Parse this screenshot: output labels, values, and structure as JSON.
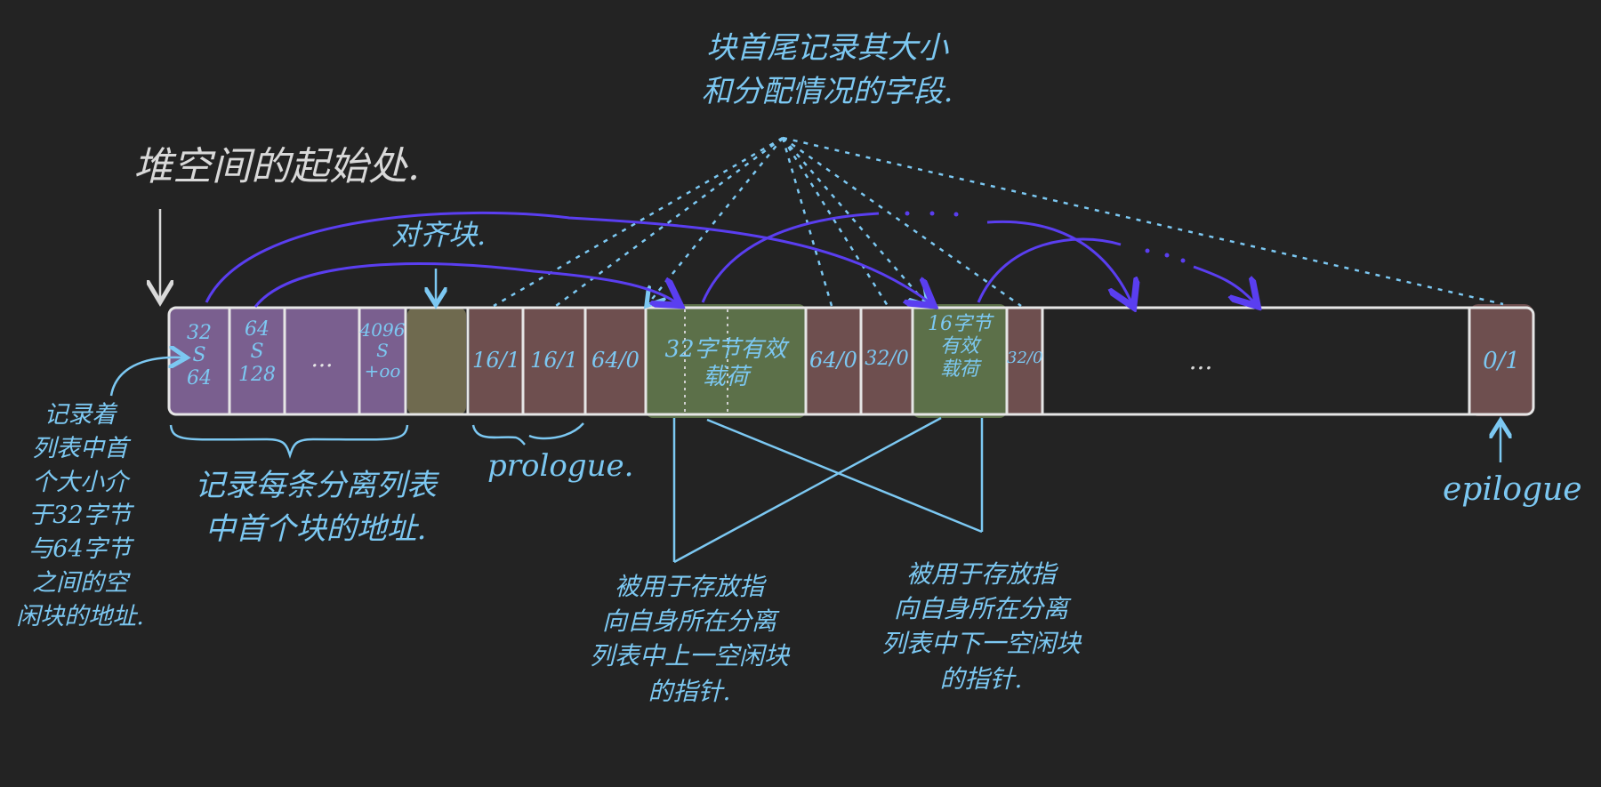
{
  "labels": {
    "heap_start": "堆空间的起始处.",
    "header_footer_note": "块首尾记录其大小\n和分配情况的字段.",
    "alignment_block": "对齐块.",
    "free_list_heads": "记录每条分离列表\n中首个块的地址.",
    "small_list_note": "记录着\n列表中首\n个大小介\n于32字节\n与64字节\n之间的空\n闲块的地址.",
    "prologue": "prologue.",
    "epilogue": "epilogue",
    "prev_ptr_note": "被用于存放指\n向自身所在分离\n列表中上一空闲块\n的指针.",
    "next_ptr_note": "被用于存放指\n向自身所在分离\n列表中下一空闲块\n的指针."
  },
  "cells": {
    "list_32": "32\nS\n64",
    "list_64": "64\nS\n128",
    "list_dots": "...",
    "list_4096": "4096\nS\n+oo",
    "prologue_hdr": "16/1",
    "prologue_ftr": "16/1",
    "free64_hdr": "64/0",
    "free64_payload": "32字节有效\n载荷",
    "free64_ftr": "64/0",
    "free32_hdr": "32/0",
    "free32_payload": "16字节\n有效\n载荷",
    "free32_ftr": "32/0",
    "heap_dots": "...",
    "epilogue_hdr": "0/1"
  },
  "colors": {
    "background": "#232323",
    "outline": "#e6e6e6",
    "free_list_cell": "#7a5f8f",
    "alignment_cell": "#6f6a4f",
    "header_cell": "#6e4f4f",
    "payload_cell": "#5c7049",
    "handwriting_blue": "#7cc8f2",
    "arrow_purple": "#5a3ef0",
    "white_ink": "#d9d9d9"
  }
}
